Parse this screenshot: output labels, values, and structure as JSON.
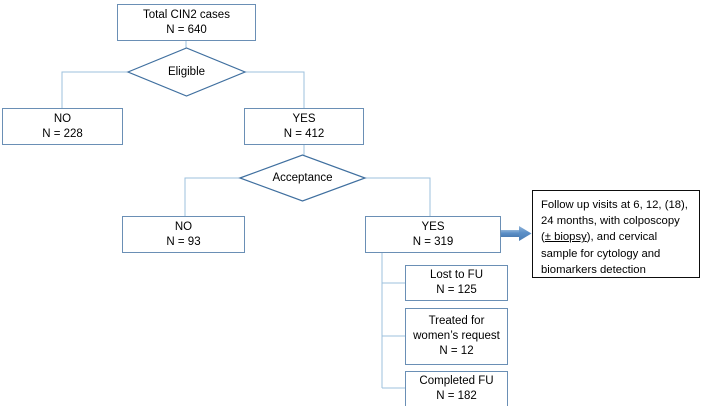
{
  "figure": {
    "type": "flowchart",
    "title": "CIN2 cases study flow diagram",
    "colors": {
      "box_border": "#6a8fb5",
      "edge_line": "#9cc0de",
      "diamond_border": "#3f6f9f",
      "arrow": "#5b8fc7",
      "textbox_border": "#0d0d0d",
      "text": "#000000",
      "background": "#ffffff"
    }
  },
  "nodes": {
    "total": {
      "line1": "Total CIN2 cases",
      "line2": "N = 640"
    },
    "eligible": {
      "label": "Eligible"
    },
    "eligible_no": {
      "line1": "NO",
      "line2": "N = 228"
    },
    "eligible_yes": {
      "line1": "YES",
      "line2": "N = 412"
    },
    "acceptance": {
      "label": "Acceptance"
    },
    "acceptance_no": {
      "line1": "NO",
      "line2": "N = 93"
    },
    "acceptance_yes": {
      "line1": "YES",
      "line2": "N = 319"
    },
    "lost_to_fu": {
      "line1": "Lost to FU",
      "line2": "N = 125"
    },
    "treated": {
      "line1": "Treated for",
      "line2": "women’s request",
      "line3": "N = 12"
    },
    "completed_fu": {
      "line1": "Completed FU",
      "line2": "N = 182"
    },
    "followup_note": {
      "part1": "Follow up visits at 6, 12, (18), 24 months, with colposcopy (",
      "underlined": "± biopsy",
      "part2": "), and cervical sample for cytology and biomarkers detection"
    }
  },
  "chart_data": {
    "type": "flowchart",
    "title": "CIN2 cases study flow diagram",
    "nodes": [
      {
        "id": "total",
        "label": "Total CIN2 cases",
        "n": 640,
        "shape": "rectangle"
      },
      {
        "id": "eligible",
        "label": "Eligible",
        "shape": "diamond"
      },
      {
        "id": "eligible_no",
        "label": "NO",
        "n": 228,
        "shape": "rectangle"
      },
      {
        "id": "eligible_yes",
        "label": "YES",
        "n": 412,
        "shape": "rectangle"
      },
      {
        "id": "acceptance",
        "label": "Acceptance",
        "shape": "diamond"
      },
      {
        "id": "acceptance_no",
        "label": "NO",
        "n": 93,
        "shape": "rectangle"
      },
      {
        "id": "acceptance_yes",
        "label": "YES",
        "n": 319,
        "shape": "rectangle"
      },
      {
        "id": "lost_to_fu",
        "label": "Lost to FU",
        "n": 125,
        "shape": "rectangle"
      },
      {
        "id": "treated",
        "label": "Treated for women’s request",
        "n": 12,
        "shape": "rectangle"
      },
      {
        "id": "completed_fu",
        "label": "Completed FU",
        "n": 182,
        "shape": "rectangle"
      },
      {
        "id": "followup_note",
        "label": "Follow up visits at 6, 12, (18), 24 months, with colposcopy (± biopsy), and cervical sample for cytology and biomarkers detection",
        "shape": "rectangle"
      }
    ],
    "edges": [
      {
        "from": "total",
        "to": "eligible"
      },
      {
        "from": "eligible",
        "to": "eligible_no"
      },
      {
        "from": "eligible",
        "to": "eligible_yes"
      },
      {
        "from": "eligible_yes",
        "to": "acceptance"
      },
      {
        "from": "acceptance",
        "to": "acceptance_no"
      },
      {
        "from": "acceptance",
        "to": "acceptance_yes"
      },
      {
        "from": "acceptance_yes",
        "to": "followup_note",
        "style": "thick-arrow"
      },
      {
        "from": "acceptance_yes",
        "to": "lost_to_fu"
      },
      {
        "from": "acceptance_yes",
        "to": "treated"
      },
      {
        "from": "acceptance_yes",
        "to": "completed_fu"
      }
    ]
  }
}
